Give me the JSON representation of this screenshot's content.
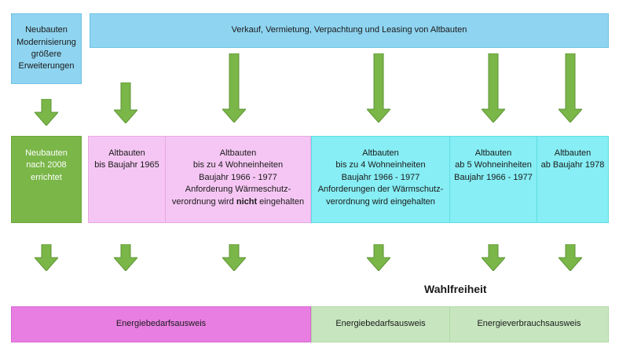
{
  "top_left_box": {
    "lines": [
      "Neubauten",
      "Modernisierung",
      "größere",
      "Erweiterungen"
    ]
  },
  "top_banner": {
    "text": "Verkauf, Vermietung, Verpachtung und Leasing von Altbauten"
  },
  "categories": [
    {
      "lines": [
        "Neubauten",
        "nach 2008",
        "errichtet"
      ]
    },
    {
      "lines": [
        "Altbauten",
        "bis Baujahr 1965"
      ]
    },
    {
      "lines": [
        "Altbauten",
        "bis zu 4 Wohneinheiten",
        "Baujahr 1966 - 1977",
        "Anforderung Wärmeschutz-"
      ],
      "last_line_pre": "verordnung wird ",
      "last_line_bold": "nicht",
      "last_line_post": " eingehalten"
    },
    {
      "lines": [
        "Altbauten",
        "bis zu 4 Wohneinheiten",
        "Baujahr 1966 - 1977",
        "Anforderungen der Wärmschutz-",
        "verordnung wird eingehalten"
      ]
    },
    {
      "lines": [
        "Altbauten",
        "ab 5 Wohneinheiten",
        "Baujahr 1966 - 1977"
      ]
    },
    {
      "lines": [
        "Altbauten",
        "ab Baujahr 1978"
      ]
    }
  ],
  "wahlfreiheit": "Wahlfreiheit",
  "results": [
    {
      "label": "Energiebedarfsausweis"
    },
    {
      "label": "Energiebedarfsausweis"
    },
    {
      "label": "Energieverbrauchsausweis"
    }
  ],
  "colors": {
    "blue": "#8fd4f0",
    "dark_green": "#7ab648",
    "pink": "#f5c6f3",
    "cyan": "#86eef4",
    "magenta": "#e87ee2",
    "light_green": "#c7e6bf",
    "arrow": "#7ab648"
  }
}
